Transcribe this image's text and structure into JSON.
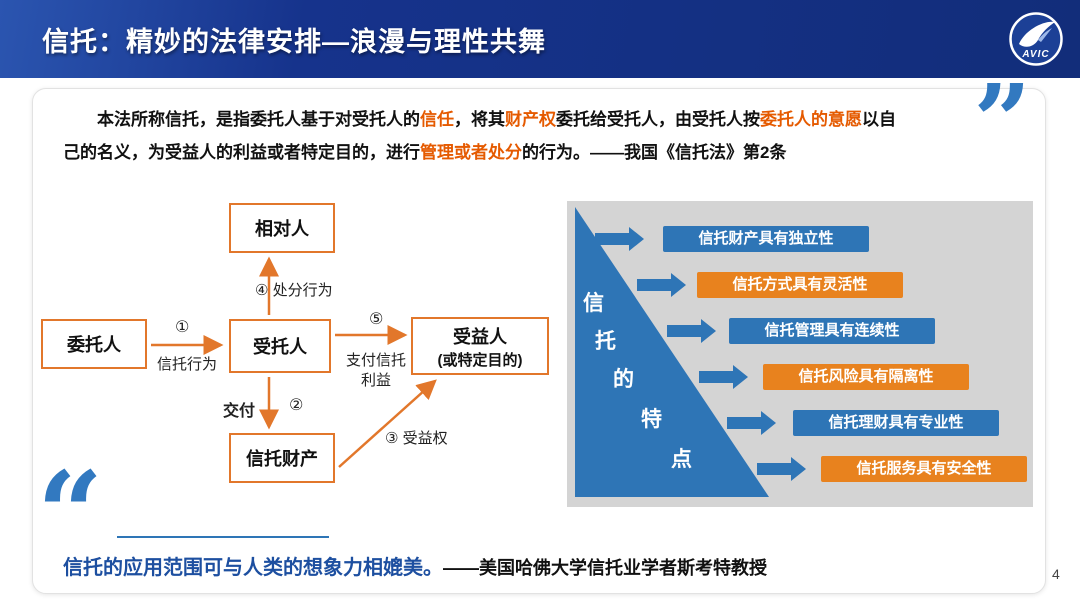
{
  "slide": {
    "title": "信托：精妙的法律安排—浪漫与理性共舞",
    "logo_text": "AVIC",
    "page_number": "4"
  },
  "colors": {
    "header_blue": "#122d7a",
    "accent_blue": "#2e75b6",
    "accent_orange": "#e8821e",
    "highlight_orange": "#e55a00",
    "box_border_orange": "#e2772b"
  },
  "intro": {
    "segments": [
      {
        "text": "本法所称信托，是指委托人基于对受托人的"
      },
      {
        "text": "信任"
      },
      {
        "text": "，将其"
      },
      {
        "text": "财产权"
      },
      {
        "text": "委托给受托人，由受托人按"
      },
      {
        "text": "委托人的意愿"
      },
      {
        "text": "以自己的名义，为受益人的利益或者特定目的，进行"
      },
      {
        "text": "管理或者处分"
      },
      {
        "text": "的行为。——我国《信托法》第2条"
      }
    ]
  },
  "diagram": {
    "boxes": {
      "counterparty": "相对人",
      "settlor": "委托人",
      "trustee": "受托人",
      "beneficiary_line1": "受益人",
      "beneficiary_line2": "(或特定目的)",
      "trust_property": "信托财产"
    },
    "steps": {
      "s1_num": "①",
      "s1_label": "信托行为",
      "s2_num": "②",
      "s2_label": "交付",
      "s3_label": "③ 受益权",
      "s4_label": "④ 处分行为",
      "s5_num": "⑤",
      "s5_label": "支付信托利益"
    }
  },
  "features": {
    "triangle_chars": [
      "信",
      "托",
      "的",
      "特",
      "点"
    ],
    "items": [
      {
        "label": "信托财产具有独立性",
        "color": "blue"
      },
      {
        "label": "信托方式具有灵活性",
        "color": "orange"
      },
      {
        "label": "信托管理具有连续性",
        "color": "blue"
      },
      {
        "label": "信托风险具有隔离性",
        "color": "orange"
      },
      {
        "label": "信托理财具有专业性",
        "color": "blue"
      },
      {
        "label": "信托服务具有安全性",
        "color": "orange"
      }
    ]
  },
  "footer": {
    "quote_main": "信托的应用范围可与人类的想象力相媲美。",
    "quote_source": "——美国哈佛大学信托业学者斯考特教授"
  }
}
